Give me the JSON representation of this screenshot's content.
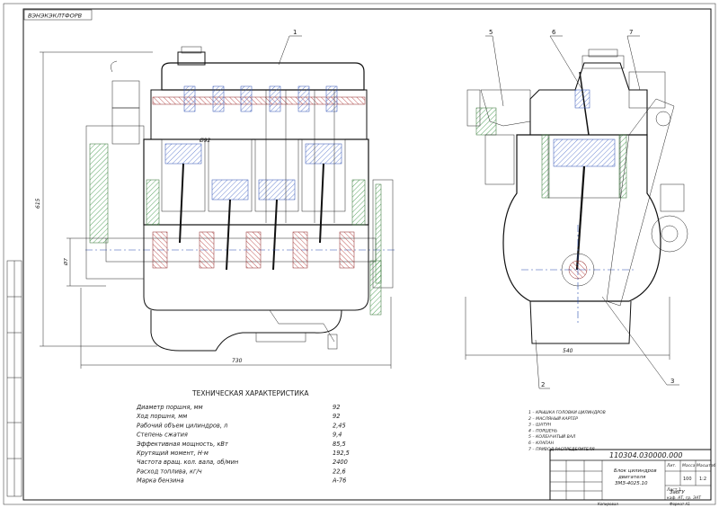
{
  "stamp_top_left": "ВЭНЭКЭКЛТФОРВ",
  "callouts": {
    "front": [
      "1"
    ],
    "side": [
      "5",
      "6",
      "7",
      "2",
      "3"
    ]
  },
  "dimensions": {
    "front_width": "730",
    "front_height": "615",
    "front_left_small": "Ø7",
    "side_width": "540",
    "cylinder_bore": "Ø92"
  },
  "tech": {
    "title": "ТЕХНИЧЕСКАЯ ХАРАКТЕРИСТИКА",
    "rows": [
      {
        "label": "Диаметр поршня, мм",
        "value": "92"
      },
      {
        "label": "Ход поршня, мм",
        "value": "92"
      },
      {
        "label": "Рабочий объем цилиндров, л",
        "value": "2,45"
      },
      {
        "label": "Степень сжатия",
        "value": "9,4"
      },
      {
        "label": "Эффективная мощность, кВт",
        "value": "85,5"
      },
      {
        "label": "Крутящий момент, Н·м",
        "value": "192,5"
      },
      {
        "label": "Частота вращ. кол. вала, об/мин",
        "value": "2400"
      },
      {
        "label": "Расход топлива, кг/ч",
        "value": "22,6"
      },
      {
        "label": "Марка бензина",
        "value": "А-76"
      }
    ]
  },
  "legend": [
    "1 – КРЫШКА ГОЛОВКИ ЦИЛИНДРОВ",
    "2 – МАСЛЯНЫЙ КАРТЕР",
    "3 – ШАТУН",
    "4 – ПОРШЕНЬ",
    "5 – КОЛЕНЧАТЫЙ ВАЛ",
    "6 – КЛАПАН",
    "7 – ПРИВОД РАСПРЕДЕЛИТЕЛЯ"
  ],
  "title_block": {
    "doc_number": "110304.030000.000",
    "name_line1": "Блок цилиндров",
    "name_line2": "двигателя",
    "name_line3": "ЗМЗ-4025.10",
    "sheet_label": "Лит.",
    "mass_label": "Масса",
    "scale_label": "Масштаб",
    "mass_value": "100",
    "scale_value": "1:2",
    "sheet_text": "Лист 1",
    "org_line1": "ЗабГУ",
    "org_line2": "каф. АТ, гр. ЭАТ",
    "format": "Формат А1",
    "copied": "Копировал"
  }
}
